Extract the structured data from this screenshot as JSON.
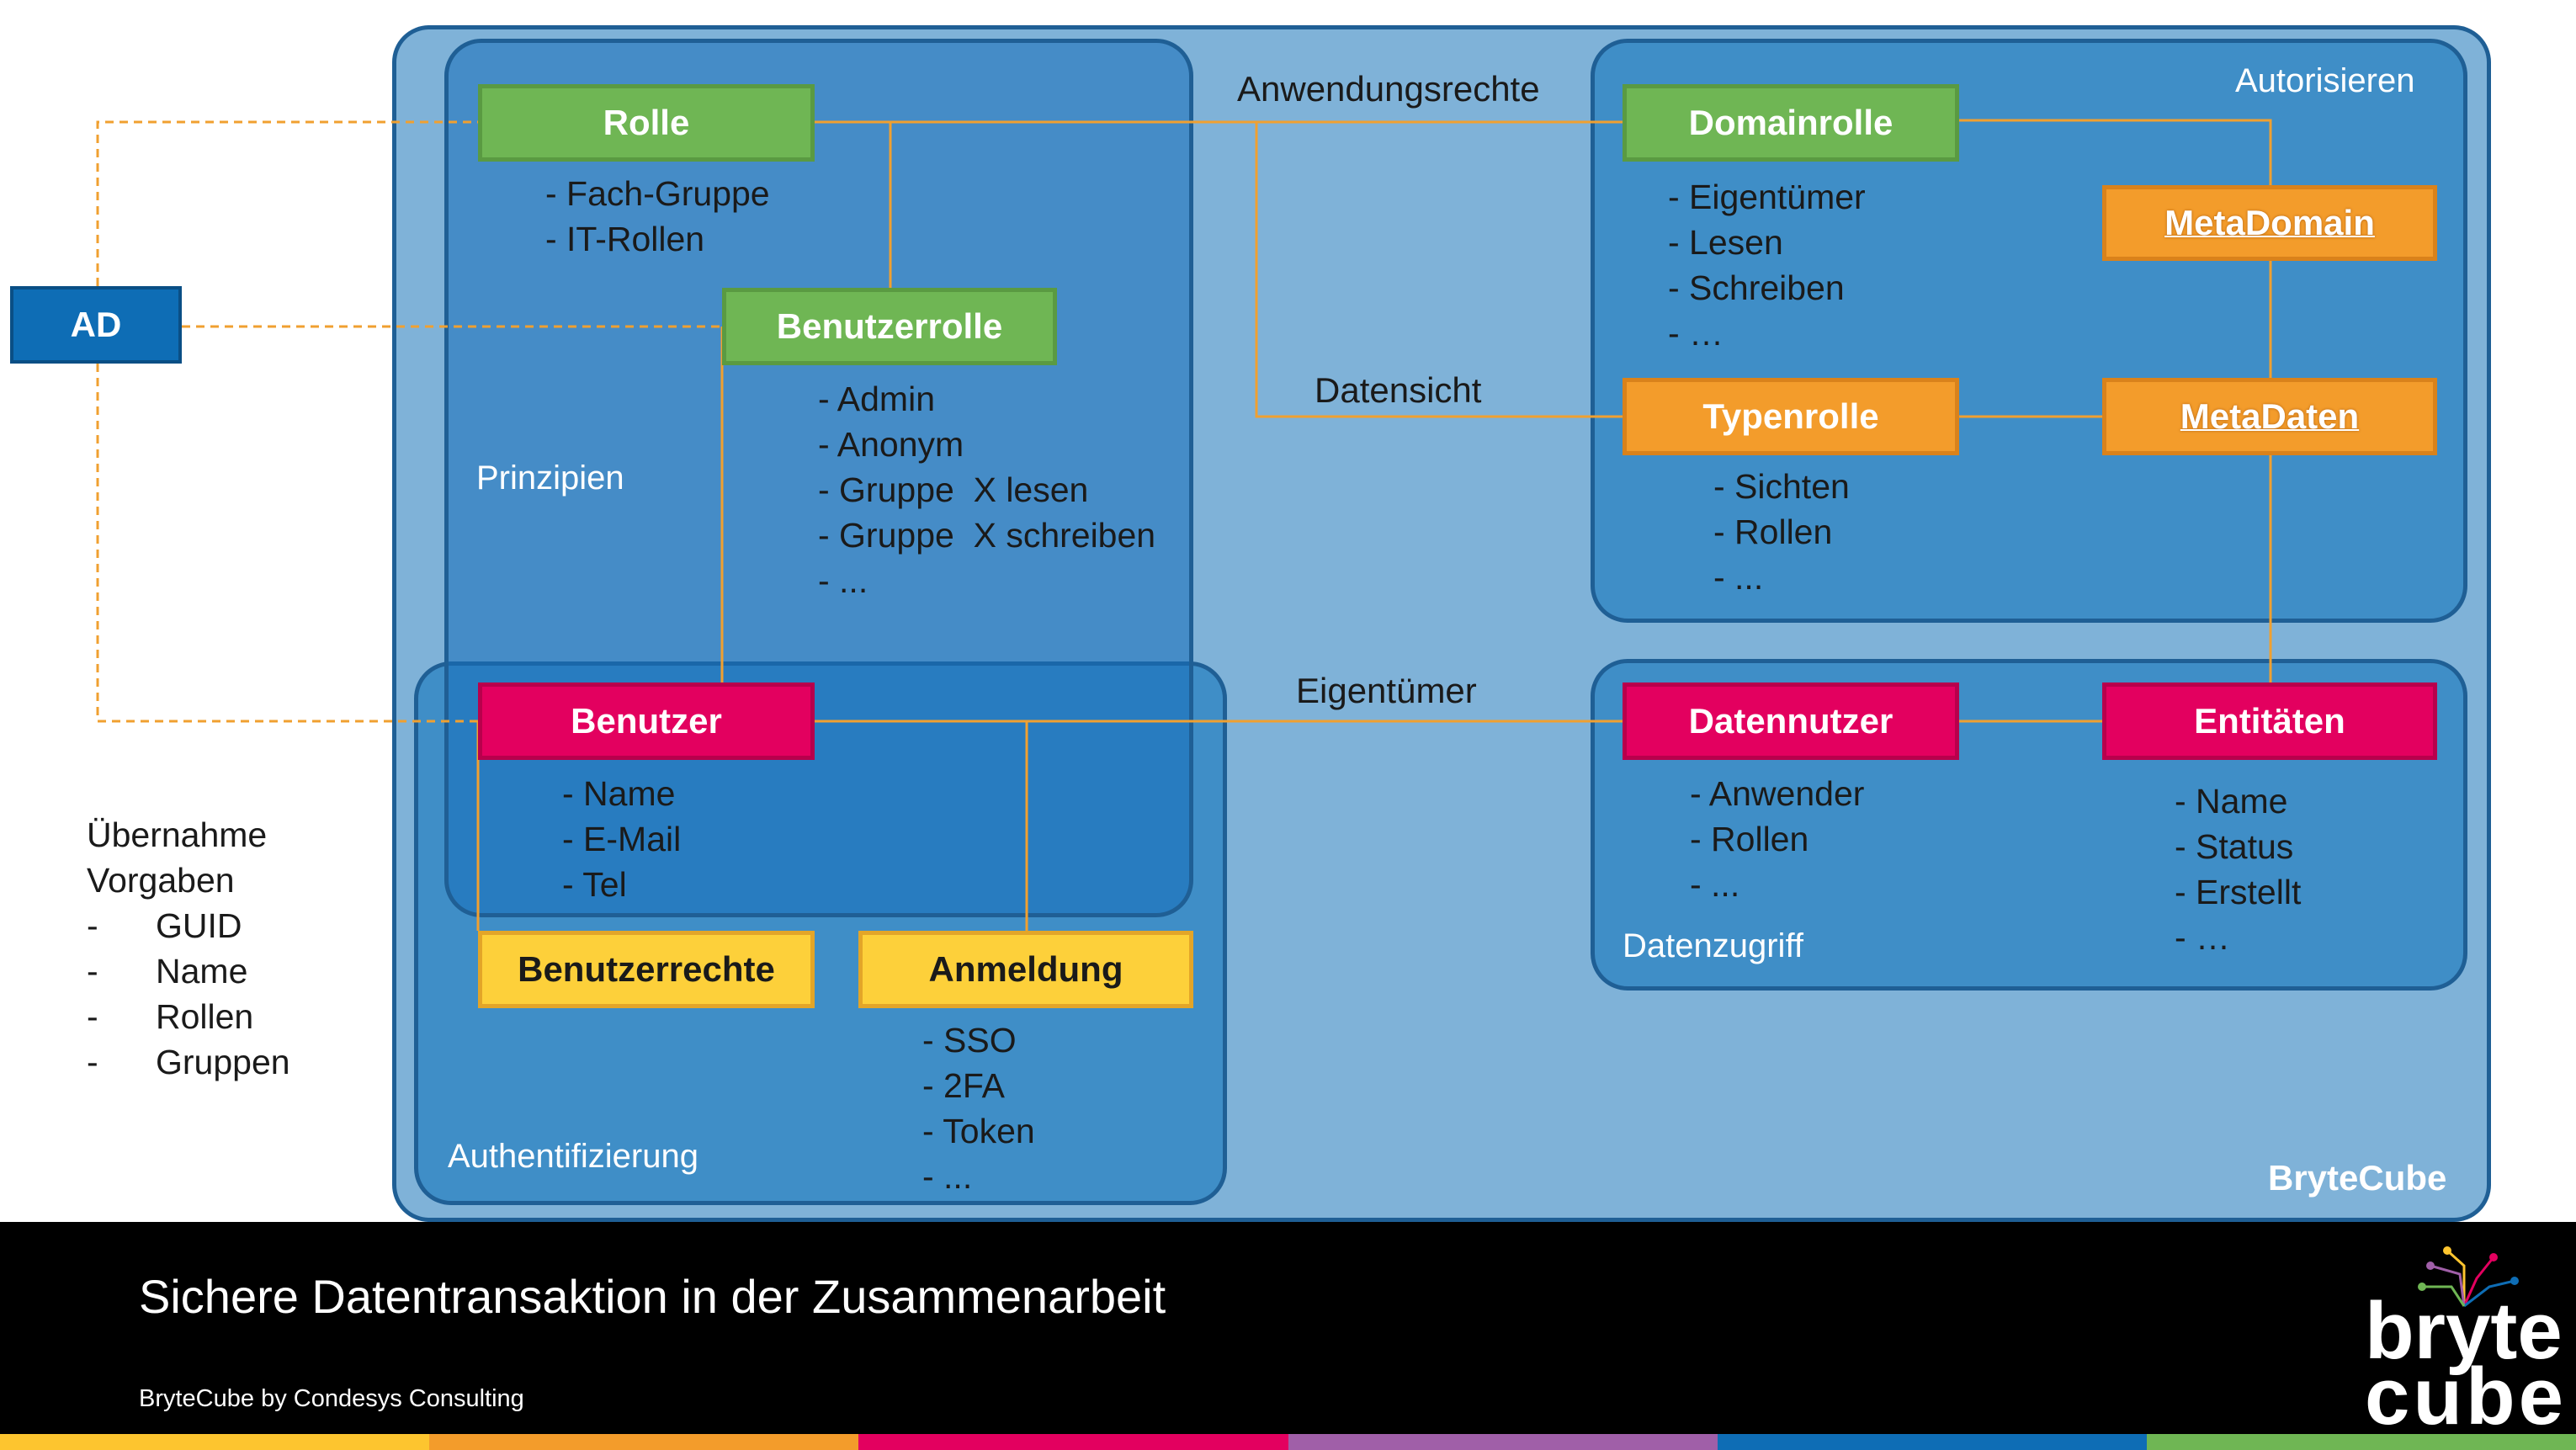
{
  "regions": {
    "brytecube": "BryteCube",
    "autorisieren": "Autorisieren",
    "prinzipien": "Prinzipien",
    "authentifizierung": "Authentifizierung",
    "datenzugriff": "Datenzugriff"
  },
  "nodes": {
    "ad": "AD",
    "rolle": "Rolle",
    "benutzerrolle": "Benutzerrolle",
    "benutzer": "Benutzer",
    "benutzerrechte": "Benutzerrechte",
    "anmeldung": "Anmeldung",
    "domainrolle": "Domainrolle",
    "metadomain": "MetaDomain",
    "typenrolle": "Typenrolle",
    "metadaten": "MetaDaten",
    "datennutzer": "Datennutzer",
    "entitaeten": "Entitäten"
  },
  "lists": {
    "rolle": [
      "- Fach-Gruppe",
      "- IT-Rollen"
    ],
    "benutzerrolle": [
      "- Admin",
      "- Anonym",
      "- Gruppe  X lesen",
      "- Gruppe  X schreiben",
      "- ..."
    ],
    "benutzer": [
      "- Name",
      "- E-Mail",
      "- Tel"
    ],
    "anmeldung": [
      "- SSO",
      "- 2FA",
      "- Token",
      "- ..."
    ],
    "domainrolle": [
      "- Eigentümer",
      "- Lesen",
      "- Schreiben",
      "- …"
    ],
    "typenrolle": [
      "- Sichten",
      "- Rollen",
      "- ..."
    ],
    "datennutzer": [
      "- Anwender",
      "- Rollen",
      "- ..."
    ],
    "entitaeten": [
      "- Name",
      "- Status",
      "- Erstellt",
      "- …"
    ],
    "uebernahme": [
      "Übernahme",
      "Vorgaben",
      "-      GUID",
      "-      Name",
      "-      Rollen",
      "-      Gruppen"
    ]
  },
  "edge_labels": {
    "anwendungsrechte": "Anwendungsrechte",
    "datensicht": "Datensicht",
    "eigentuemer": "Eigentümer"
  },
  "footer": {
    "title": "Sichere Datentransaktion in der Zusammenarbeit",
    "subtitle": "BryteCube by Condesys Consulting",
    "logo_line1": "bryte",
    "logo_line2": "cube"
  },
  "colors": {
    "green": "#6fb654",
    "orange": "#f39c2b",
    "pink": "#e3005f",
    "yellow": "#fdd03a",
    "blue": "#0e6db5",
    "connector": "#f0a030"
  },
  "stripes": [
    "#fdc52f",
    "#f39c2b",
    "#e3005f",
    "#a05fa8",
    "#0e6db5",
    "#6fb654"
  ]
}
